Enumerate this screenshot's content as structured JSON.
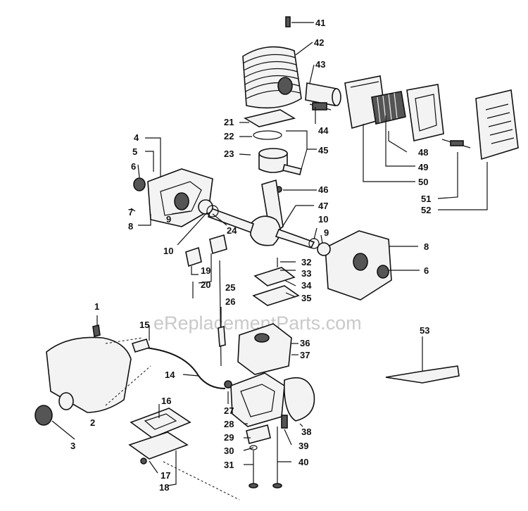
{
  "watermark": "eReplacementParts.com",
  "callouts": [
    {
      "id": "41",
      "text": "41"
    },
    {
      "id": "42",
      "text": "42"
    },
    {
      "id": "43",
      "text": "43"
    },
    {
      "id": "44",
      "text": "44"
    },
    {
      "id": "45",
      "text": "45"
    },
    {
      "id": "46",
      "text": "46"
    },
    {
      "id": "47",
      "text": "47"
    },
    {
      "id": "48",
      "text": "48"
    },
    {
      "id": "49",
      "text": "49"
    },
    {
      "id": "50",
      "text": "50"
    },
    {
      "id": "51",
      "text": "51"
    },
    {
      "id": "52",
      "text": "52"
    },
    {
      "id": "21",
      "text": "21"
    },
    {
      "id": "22",
      "text": "22"
    },
    {
      "id": "23",
      "text": "23"
    },
    {
      "id": "4",
      "text": "4"
    },
    {
      "id": "5",
      "text": "5"
    },
    {
      "id": "6a",
      "text": "6"
    },
    {
      "id": "7",
      "text": "7"
    },
    {
      "id": "8a",
      "text": "8"
    },
    {
      "id": "9a",
      "text": "9"
    },
    {
      "id": "10a",
      "text": "10"
    },
    {
      "id": "24",
      "text": "24"
    },
    {
      "id": "10b",
      "text": "10"
    },
    {
      "id": "9b",
      "text": "9"
    },
    {
      "id": "8b",
      "text": "8"
    },
    {
      "id": "6b",
      "text": "6"
    },
    {
      "id": "19",
      "text": "19"
    },
    {
      "id": "20",
      "text": "20"
    },
    {
      "id": "25",
      "text": "25"
    },
    {
      "id": "32",
      "text": "32"
    },
    {
      "id": "33",
      "text": "33"
    },
    {
      "id": "34",
      "text": "34"
    },
    {
      "id": "35",
      "text": "35"
    },
    {
      "id": "26",
      "text": "26"
    },
    {
      "id": "1",
      "text": "1"
    },
    {
      "id": "15",
      "text": "15"
    },
    {
      "id": "36",
      "text": "36"
    },
    {
      "id": "37",
      "text": "37"
    },
    {
      "id": "53",
      "text": "53"
    },
    {
      "id": "14",
      "text": "14"
    },
    {
      "id": "2",
      "text": "2"
    },
    {
      "id": "3",
      "text": "3"
    },
    {
      "id": "16",
      "text": "16"
    },
    {
      "id": "27",
      "text": "27"
    },
    {
      "id": "28",
      "text": "28"
    },
    {
      "id": "29",
      "text": "29"
    },
    {
      "id": "30",
      "text": "30"
    },
    {
      "id": "31",
      "text": "31"
    },
    {
      "id": "38",
      "text": "38"
    },
    {
      "id": "39",
      "text": "39"
    },
    {
      "id": "40",
      "text": "40"
    },
    {
      "id": "17",
      "text": "17"
    },
    {
      "id": "18",
      "text": "18"
    }
  ]
}
